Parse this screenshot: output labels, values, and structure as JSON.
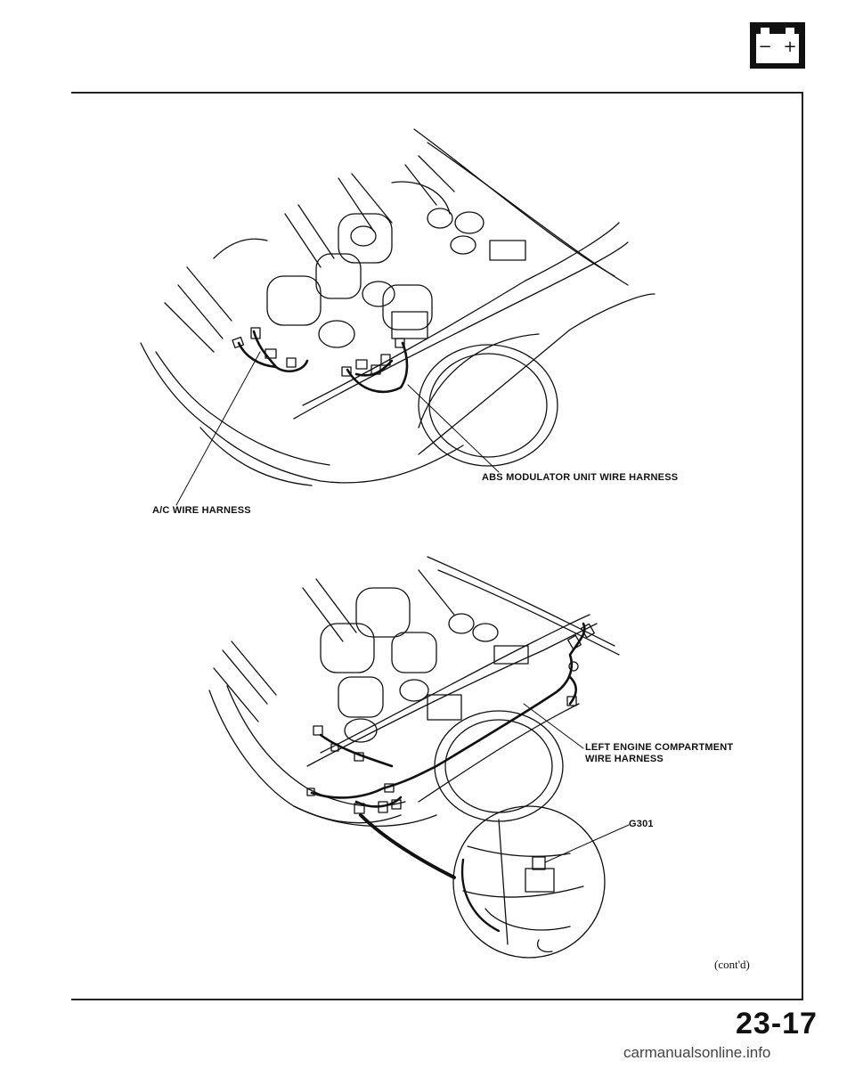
{
  "header": {
    "battery_minus": "−",
    "battery_plus": "+"
  },
  "top_figure": {
    "callout_abs": "ABS MODULATOR UNIT WIRE HARNESS",
    "callout_ac": "A/C WIRE HARNESS"
  },
  "bottom_figure": {
    "callout_left_engine": "LEFT ENGINE COMPARTMENT\nWIRE HARNESS",
    "callout_ground": "G301"
  },
  "footer": {
    "contd": "(cont'd)",
    "page_number": "23-17",
    "watermark": "carmanualsonline.info"
  }
}
